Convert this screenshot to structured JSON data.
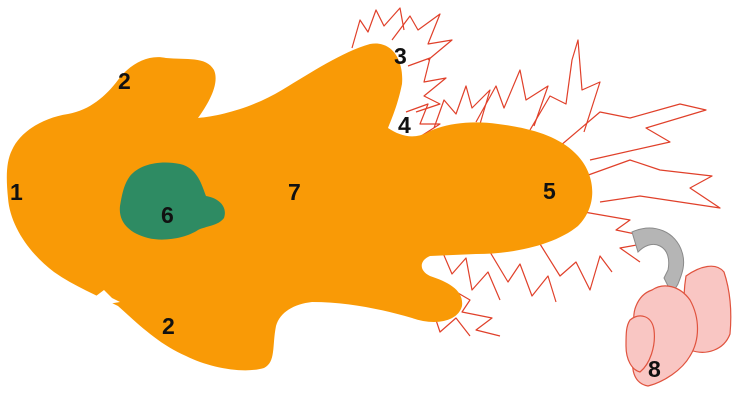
{
  "diagram": {
    "colors": {
      "body": "#F99A06",
      "patch": "#2E8B63",
      "fringe": "#E0402A",
      "detached_fill": "#F9C6C3",
      "detached_stroke": "#E0533E",
      "arrow": "#B5B5B5"
    },
    "labels": {
      "l1": "1",
      "l2_top": "2",
      "l2_bottom": "2",
      "l3": "3",
      "l4": "4",
      "l5": "5",
      "l6": "6",
      "l7": "7",
      "l8": "8"
    }
  }
}
